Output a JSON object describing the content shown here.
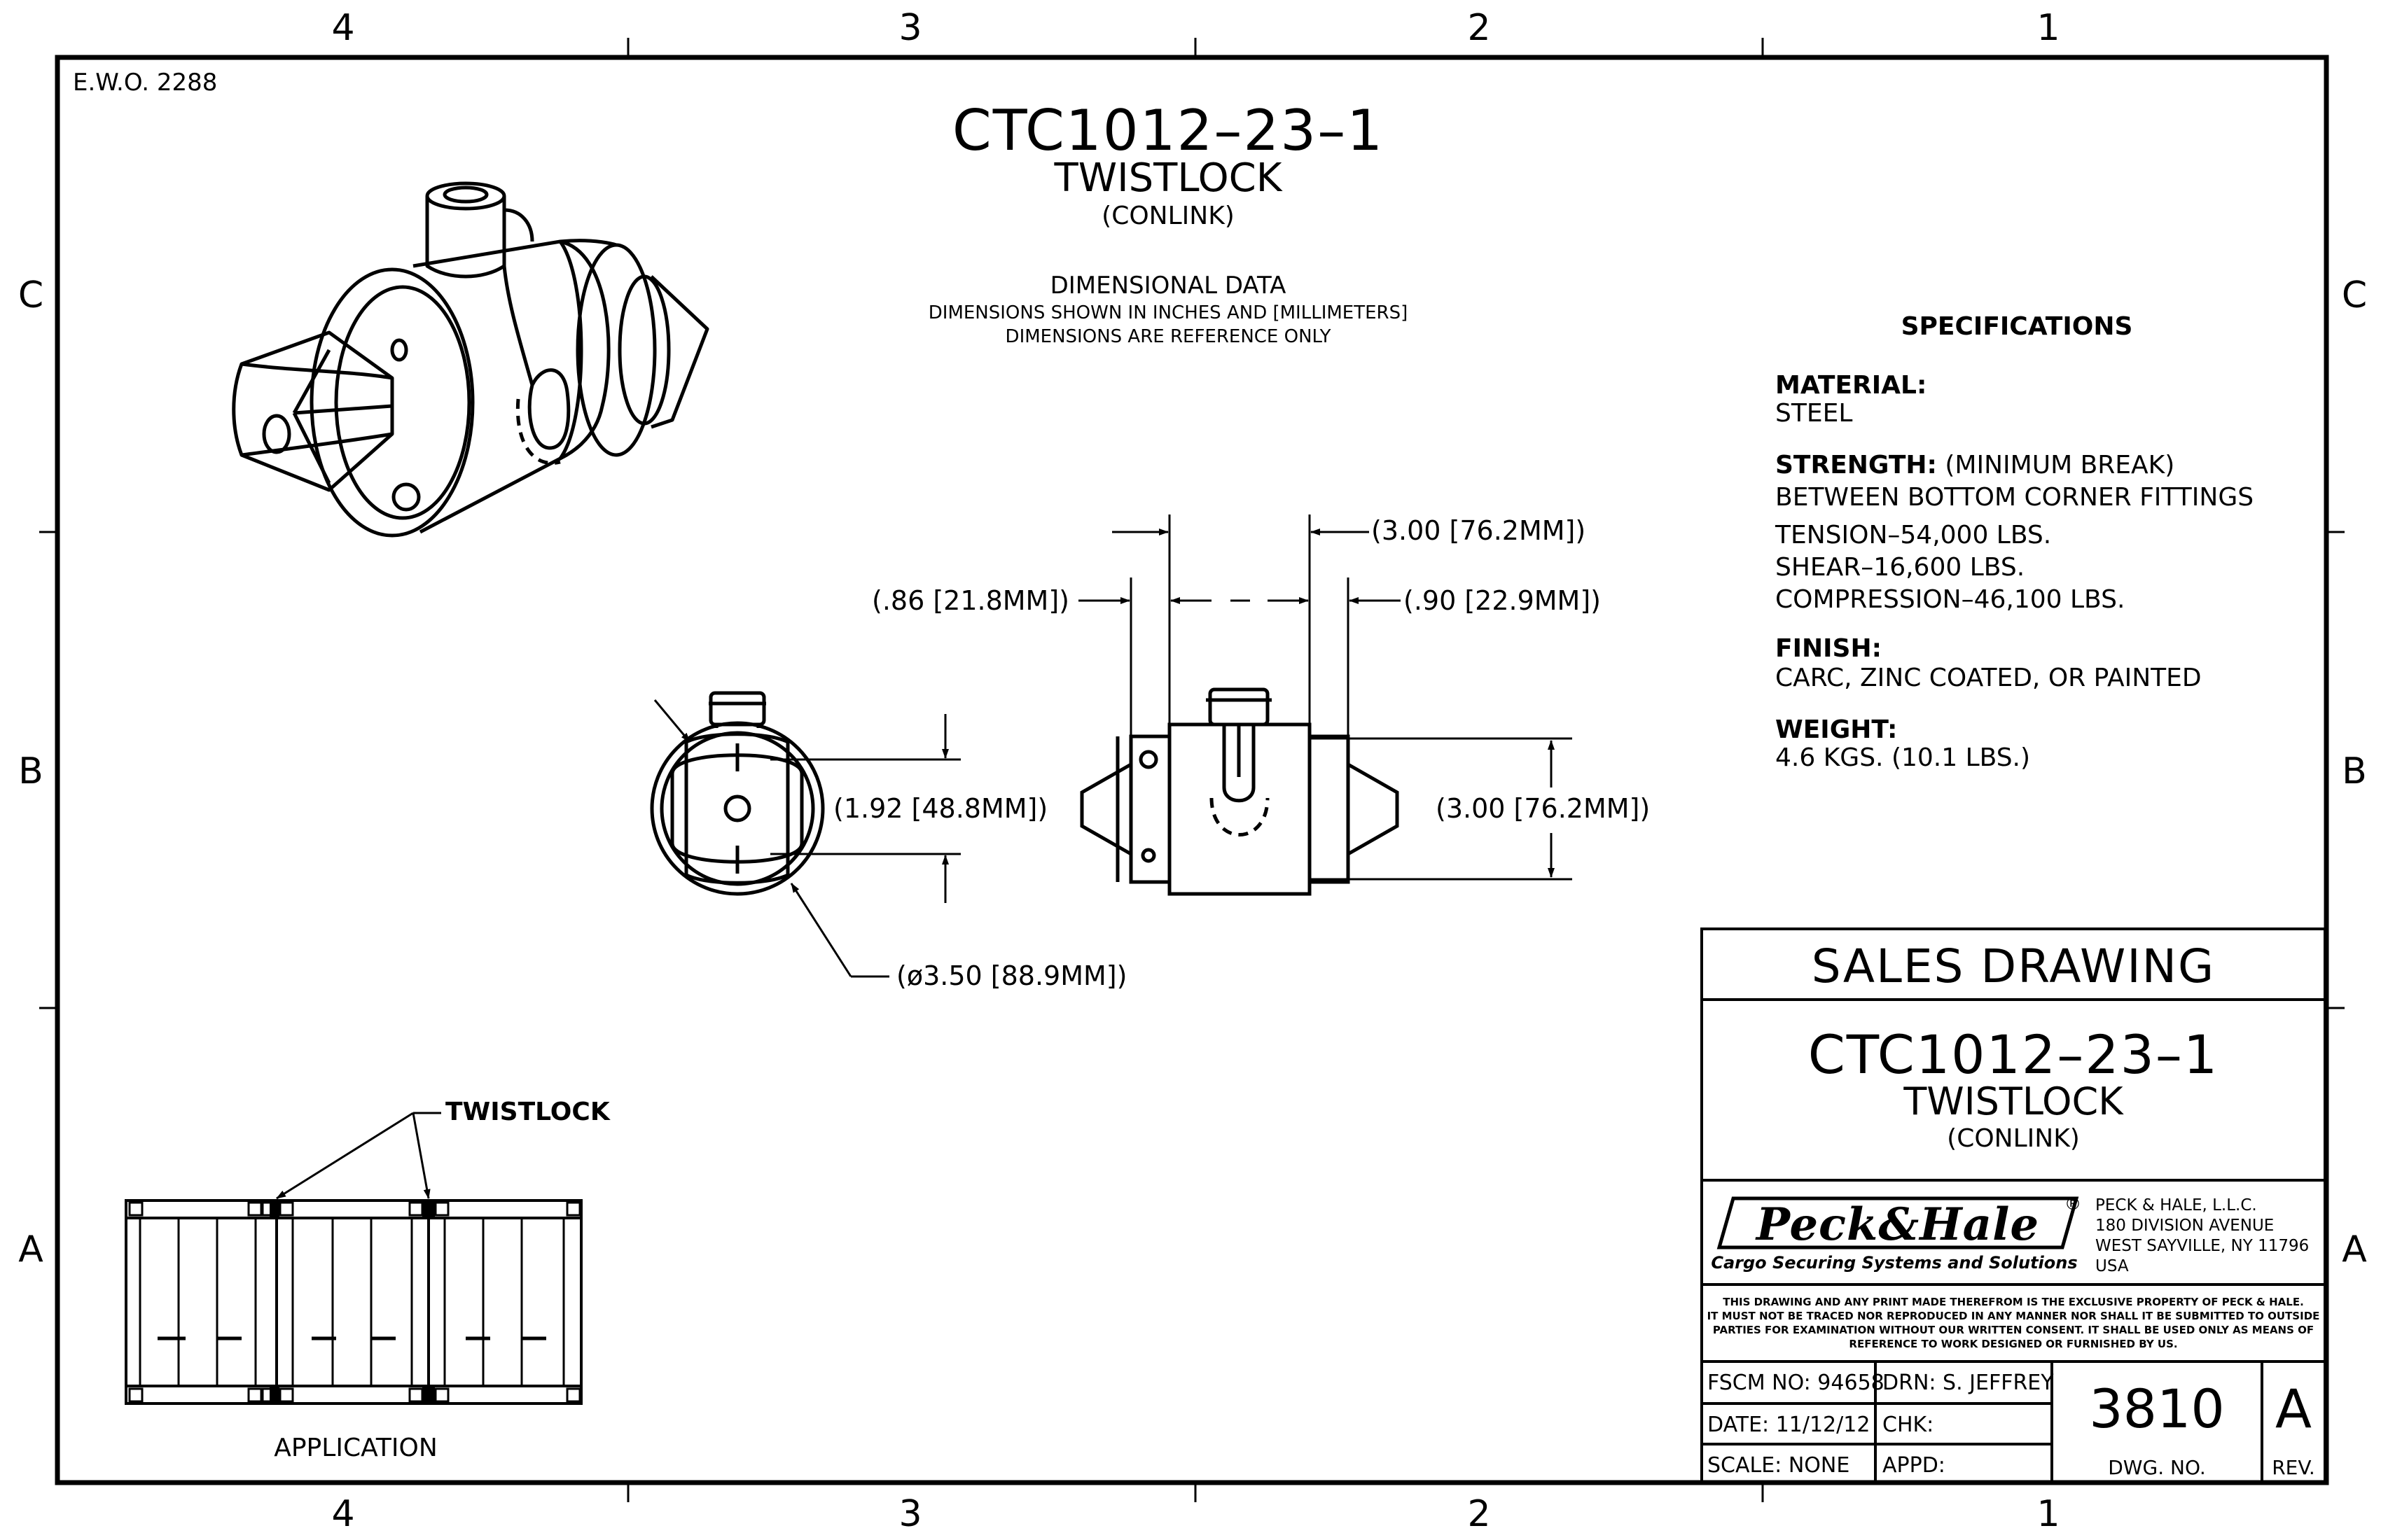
{
  "border": {
    "zones_top": [
      "4",
      "3",
      "2",
      "1"
    ],
    "zones_bottom": [
      "4",
      "3",
      "2",
      "1"
    ],
    "zones_left": [
      "C",
      "B",
      "A"
    ],
    "zones_right": [
      "C",
      "B",
      "A"
    ]
  },
  "ewo": "E.W.O. 2288",
  "header": {
    "part_number": "CTC1012–23–1",
    "name": "TWISTLOCK",
    "subname": "(CONLINK)"
  },
  "dimensional_note": {
    "title": "DIMENSIONAL DATA",
    "line1": "DIMENSIONS SHOWN IN INCHES AND [MILLIMETERS]",
    "line2": "DIMENSIONS ARE REFERENCE ONLY"
  },
  "specifications": {
    "heading": "SPECIFICATIONS",
    "material_label": "MATERIAL:",
    "material_value": "STEEL",
    "strength_label": "STRENGTH:",
    "strength_note": "(MINIMUM BREAK)",
    "strength_line": "BETWEEN BOTTOM CORNER FITTINGS",
    "tension": "TENSION–54,000 LBS.",
    "shear": "SHEAR–16,600 LBS.",
    "compression": "COMPRESSION–46,100 LBS.",
    "finish_label": "FINISH:",
    "finish_value": "CARC, ZINC COATED, OR PAINTED",
    "weight_label": "WEIGHT:",
    "weight_value": "4.6 KGS. (10.1 LBS.)"
  },
  "dimensions": {
    "top_overall": "(3.00 [76.2MM])",
    "left_offset": "(.86 [21.8MM])",
    "right_offset": "(.90 [22.9MM])",
    "end_height": "(1.92 [48.8MM])",
    "side_height": "(3.00 [76.2MM])",
    "diameter": "(ø3.50 [88.9MM])"
  },
  "application": {
    "callout": "TWISTLOCK",
    "caption": "APPLICATION"
  },
  "title_block": {
    "sales_drawing": "SALES DRAWING",
    "part_number": "CTC1012–23–1",
    "name": "TWISTLOCK",
    "subname": "(CONLINK)",
    "logo_text": "Peck&Hale",
    "logo_registered": "®",
    "logo_tagline": "Cargo Securing Systems and Solutions",
    "company_line1": "PECK & HALE, L.L.C.",
    "company_line2": "180 DIVISION AVENUE",
    "company_line3": "WEST SAYVILLE, NY 11796",
    "company_line4": "USA",
    "notice_line1": "THIS DRAWING AND ANY PRINT MADE THEREFROM IS THE EXCLUSIVE PROPERTY OF PECK & HALE.",
    "notice_line2": "IT MUST NOT BE TRACED NOR REPRODUCED IN ANY MANNER NOR SHALL IT BE SUBMITTED TO OUTSIDE",
    "notice_line3": "PARTIES FOR EXAMINATION WITHOUT OUR WRITTEN CONSENT.  IT SHALL BE USED ONLY AS MEANS OF",
    "notice_line4": "REFERENCE TO WORK DESIGNED OR FURNISHED BY US.",
    "fscm": "FSCM NO: 94658",
    "drn": "DRN: S. JEFFREY",
    "date": "DATE: 11/12/12",
    "chk": "CHK:",
    "scale": "SCALE:  NONE",
    "appd": "APPD:",
    "dwg_no": "3810",
    "dwg_no_label": "DWG. NO.",
    "rev": "A",
    "rev_label": "REV."
  }
}
